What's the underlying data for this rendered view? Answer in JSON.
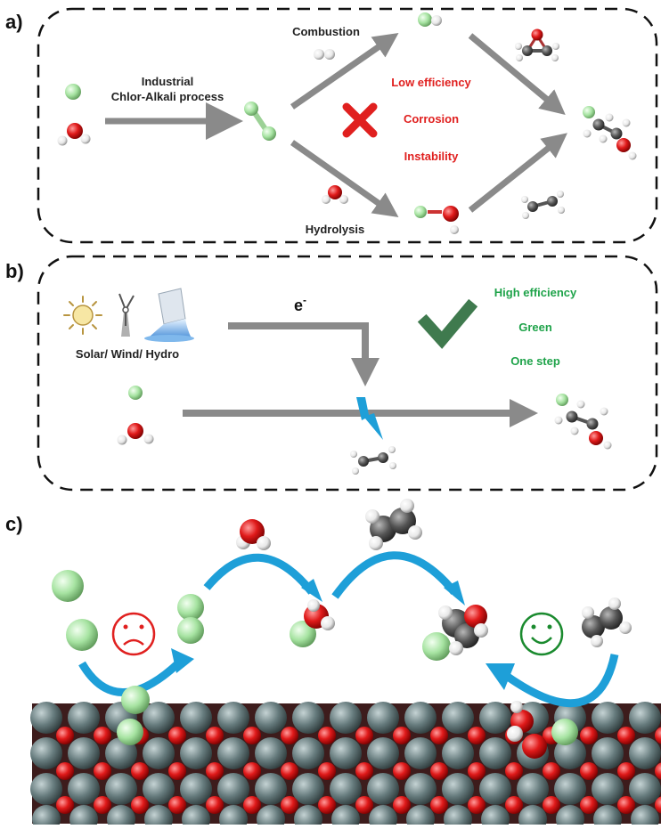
{
  "panels": {
    "a": {
      "label": "a)",
      "process_label_1": "Industrial",
      "process_label_2": "Chlor-Alkali process",
      "combustion": "Combustion",
      "hydrolysis": "Hydrolysis",
      "problems": [
        "Low efficiency",
        "Corrosion",
        "Instability"
      ]
    },
    "b": {
      "label": "b)",
      "energy_sources": "Solar/ Wind/ Hydro",
      "electron": "e",
      "electron_sup": "-",
      "benefits": [
        "High efficiency",
        "Green",
        "One step"
      ]
    },
    "c": {
      "label": "c)"
    }
  },
  "colors": {
    "chlorine": "#a6e3a1",
    "oxygen": "#e01a1a",
    "hydrogen": "#f2f2f2",
    "carbon": "#555555",
    "metal": "#667b7d",
    "arrow_gray": "#8a8a8a",
    "arrow_blue": "#1e9fd8",
    "negative": "#e0201f",
    "positive": "#1fa34a"
  },
  "icons": [
    "sun-icon",
    "wind-turbine-icon",
    "hydro-icon",
    "cross-icon",
    "check-icon",
    "sad-face-icon",
    "happy-face-icon",
    "lightning-icon"
  ]
}
